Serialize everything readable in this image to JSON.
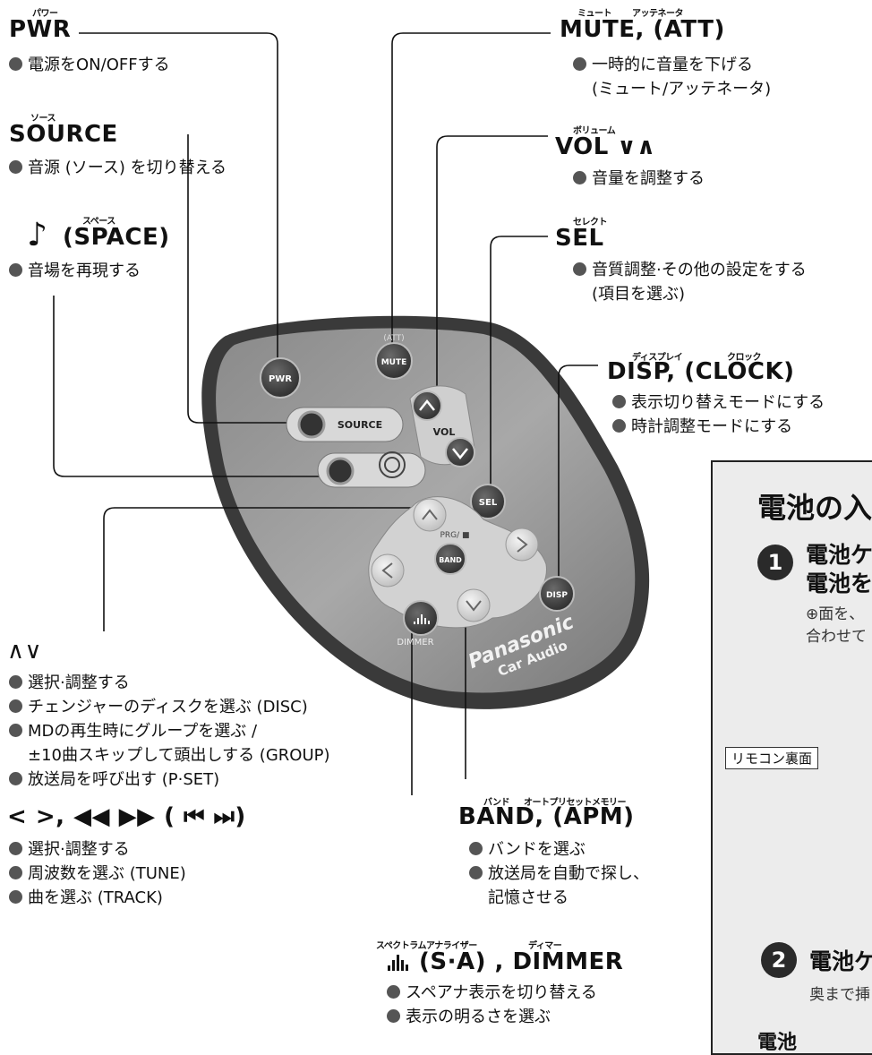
{
  "labels": {
    "pwr": {
      "ruby": "パワー",
      "title": "PWR",
      "lines": [
        "電源をON/OFFする"
      ]
    },
    "source": {
      "ruby": "ソース",
      "title": "SOURCE",
      "lines": [
        "音源 (ソース) を切り替える"
      ]
    },
    "space": {
      "ruby": "スペース",
      "title": "(SPACE)",
      "glyph": "♪",
      "lines": [
        "音場を再現する"
      ]
    },
    "mute": {
      "ruby1": "ミュート",
      "ruby2": "アッテネータ",
      "title": "MUTE, (ATT)",
      "lines": [
        "一時的に音量を下げる"
      ],
      "cont": [
        "(ミュート/アッテネータ)"
      ]
    },
    "vol": {
      "ruby": "ボリューム",
      "title": "VOL ∨∧",
      "lines": [
        "音量を調整する"
      ]
    },
    "sel": {
      "ruby": "セレクト",
      "title": "SEL",
      "lines": [
        "音質調整·その他の設定をする"
      ],
      "cont": [
        "(項目を選ぶ)"
      ]
    },
    "disp": {
      "ruby1": "ディスプレイ",
      "ruby2": "クロック",
      "title": "DISP, (CLOCK)",
      "lines": [
        "表示切り替えモードにする",
        "時計調整モードにする"
      ]
    },
    "updown": {
      "title": "∧∨",
      "lines": [
        "選択·調整する",
        "チェンジャーのディスクを選ぶ (DISC)",
        "MDの再生時にグループを選ぶ /"
      ],
      "cont": [
        "±10曲スキップして頭出しする (GROUP)"
      ],
      "lines2": [
        "放送局を呼び出す (P·SET)"
      ]
    },
    "leftright": {
      "title": "< >, ◀◀ ▶▶ ( ⏮ ⏭)",
      "lines": [
        "選択·調整する",
        "周波数を選ぶ (TUNE)",
        "曲を選ぶ (TRACK)"
      ]
    },
    "band": {
      "ruby1": "バンド",
      "ruby2": "オートプリセットメモリー",
      "title": "BAND, (APM)",
      "lines": [
        "バンドを選ぶ",
        "放送局を自動で探し、"
      ],
      "cont": [
        "記憶させる"
      ]
    },
    "sa": {
      "ruby1": "スペクトラムアナライザー",
      "ruby2": "ディマー",
      "title": "(S·A) , DIMMER",
      "lines": [
        "スペアナ表示を切り替える",
        "表示の明るさを選ぶ"
      ]
    }
  },
  "remote": {
    "btn_pwr": "PWR",
    "btn_mute": "MUTE",
    "att": "(ATT)",
    "btn_source": "SOURCE",
    "vol": "VOL",
    "btn_sel": "SEL",
    "btn_band": "BAND",
    "btn_disp": "DISP",
    "prg": "PRG/ ■",
    "dimmer": "DIMMER",
    "brand": "Panasonic",
    "brand_sub": "Car Audio"
  },
  "panel": {
    "heading": "電池の入",
    "step1_num": "1",
    "step1_line1": "電池ケ",
    "step1_line2": "電池を",
    "step1_text1": "⊕面を、",
    "step1_text2": "合わせて",
    "back_label": "リモコン裏面",
    "step2_num": "2",
    "step2_line1": "電池ケ",
    "step2_text": "奥まで挿",
    "bottom_cut": "電池"
  }
}
